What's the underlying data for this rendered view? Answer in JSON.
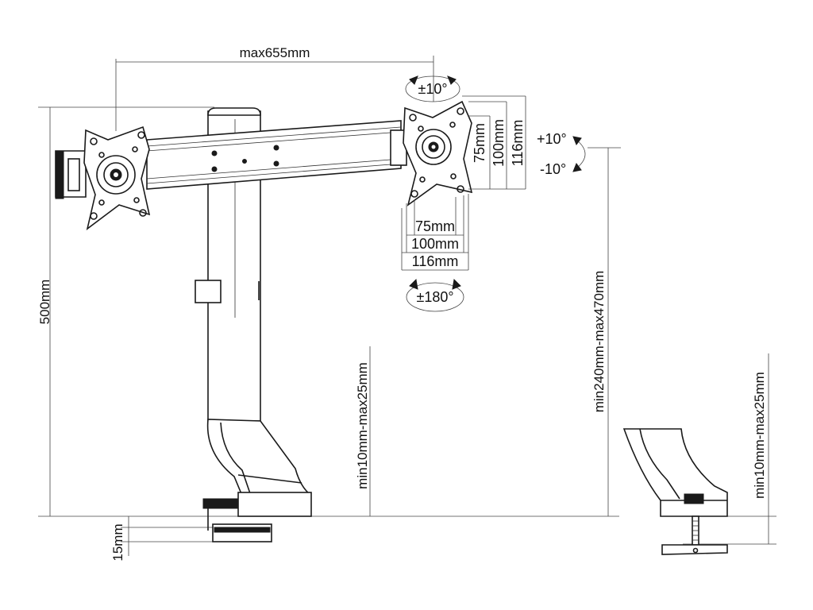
{
  "diagram": {
    "dimensions": {
      "arm_width": "max655mm",
      "total_height": "500mm",
      "base_offset": "15mm",
      "desk_clamp_thickness": "min10mm-max25mm",
      "adjustable_height": "min240mm-max470mm",
      "grommet_thickness": "min10mm-max25mm"
    },
    "vesa": {
      "h_75": "75mm",
      "h_100": "100mm",
      "h_116": "116mm",
      "v_75": "75mm",
      "v_100": "100mm",
      "v_116": "116mm"
    },
    "rotation": {
      "swivel": "±10°",
      "rotate": "±180°",
      "tilt_up": "+10°",
      "tilt_down": "-10°"
    }
  }
}
